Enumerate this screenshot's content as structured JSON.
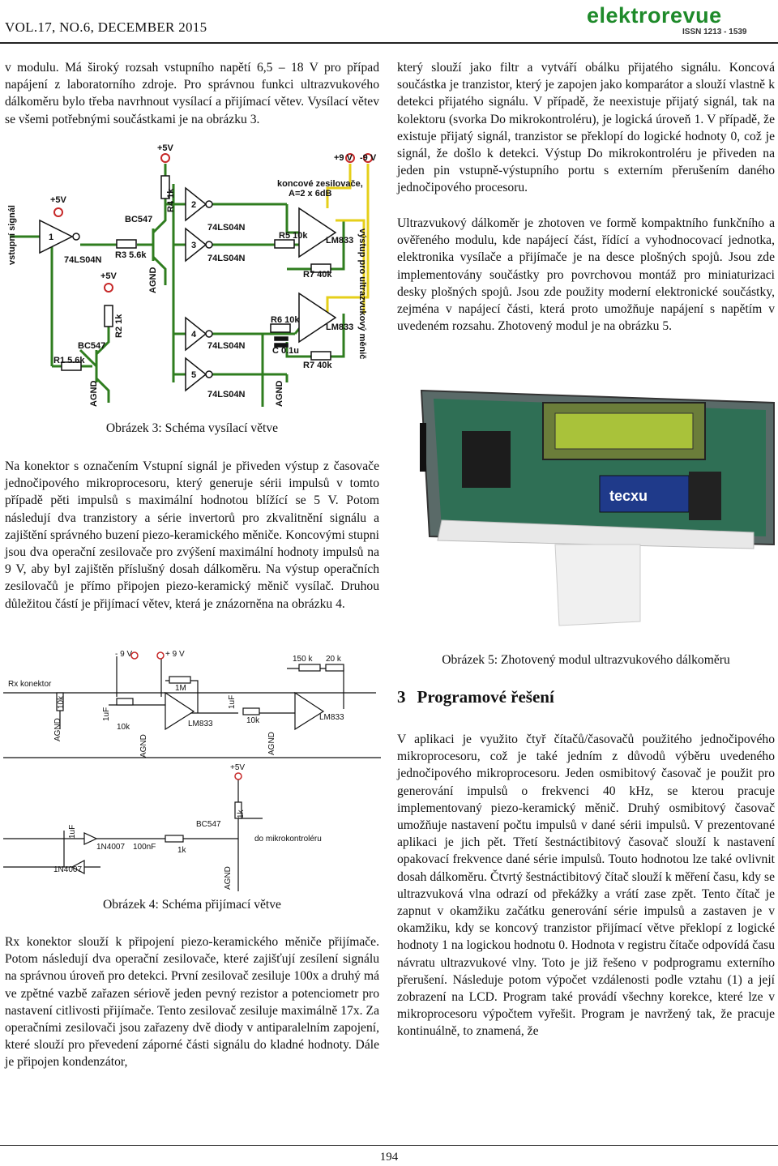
{
  "header": {
    "journal": "VOL.17, NO.6, DECEMBER 2015",
    "logo_text": "elektrorevue",
    "issn": "ISSN 1213 - 1539"
  },
  "left": {
    "p1": "v modulu. Má široký rozsah vstupního napětí 6,5 – 18 V pro případ napájení z laboratorního zdroje. Pro správnou funkci ultrazvukového dálkoměru bylo třeba navrhnout vysílací a přijímací větev. Vysílací větev se všemi potřebnými součástkami je na obrázku 3.",
    "caption3": "Obrázek 3: Schéma vysílací větve",
    "p2": "Na konektor s označením Vstupní signál je přiveden výstup z časovače jednočipového mikroprocesoru, který generuje sérii impulsů v tomto případě pěti impulsů s maximální hodnotou blížící se 5 V. Potom následují dva tranzistory a série invertorů pro zkvalitnění signálu a zajištění správného buzení piezo-keramického měniče. Koncovými stupni jsou dva operační zesilovače pro zvýšení maximální hodnoty impulsů na 9 V, aby byl zajištěn příslušný dosah dálkoměru. Na výstup operačních zesilovačů je přímo připojen piezo-keramický měnič vysílač. Druhou důležitou částí je přijímací větev, která je znázorněna na obrázku 4.",
    "caption4": "Obrázek 4: Schéma přijímací větve",
    "p3": "Rx konektor slouží k připojení piezo-keramického měniče přijímače. Potom následují dva operační zesilovače, které zajišťují zesílení signálu na správnou úroveň pro detekci. První zesilovač zesiluje 100x a druhý má ve zpětné vazbě zařazen sériově jeden pevný rezistor a potenciometr pro nastavení citlivosti přijímače. Tento zesilovač zesiluje maximálně 17x. Za operačními zesilovači jsou zařazeny dvě diody v antiparalelním zapojení, které slouží pro převedení záporné části signálu do kladné hodnoty. Dále je připojen kondenzátor,"
  },
  "right": {
    "p1": "který slouží jako filtr a vytváří obálku přijatého signálu. Koncová součástka je tranzistor, který je zapojen jako komparátor a slouží vlastně k detekci přijatého signálu. V případě, že neexistuje přijatý signál, tak na kolektoru (svorka Do mikrokontroléru), je logická úroveň 1. V případě, že existuje přijatý signál, tranzistor se překlopí do logické hodnoty 0, což je signál, že došlo k detekci. Výstup Do mikrokontroléru je přiveden na jeden pin vstupně-výstupního portu s externím přerušením daného jednočipového procesoru.",
    "p2": "Ultrazvukový dálkoměr je zhotoven ve formě kompaktního funkčního a ověřeného modulu, kde napájecí část, řídící a vyhodnocovací jednotka, elektronika vysílače a přijímače je na desce plošných spojů. Jsou zde implementovány součástky pro povrchovou montáž pro miniaturizaci desky plošných spojů. Jsou zde použity moderní elektronické součástky, zejména v napájecí části, která proto umožňuje napájení s napětím v uvedeném rozsahu. Zhotovený modul je na obrázku 5.",
    "caption5": "Obrázek 5: Zhotovený modul ultrazvukového dálkoměru",
    "section_num": "3",
    "section_title": "Programové řešení",
    "p3": "V aplikaci je využito čtyř čítačů/časovačů použitého jednočipového mikroprocesoru, což je také jedním z důvodů výběru uvedeného jednočipového mikroprocesoru. Jeden osmibitový časovač je použit pro generování impulsů o frekvenci 40 kHz, se kterou pracuje implementovaný piezo-keramický měnič. Druhý osmibitový časovač umožňuje nastavení počtu impulsů v dané sérii impulsů. V prezentované aplikaci je jich pět. Třetí šestnáctibitový časovač slouží k nastavení opakovací frekvence dané série impulsů. Touto hodnotou lze také ovlivnit dosah dálkoměru. Čtvrtý šestnáctibitový čítač slouží k měření času, kdy se ultrazvuková vlna odrazí od překážky a vrátí zase zpět. Tento čítač je zapnut v okamžiku začátku generování série impulsů a zastaven je v okamžiku, kdy se koncový tranzistor přijímací větve překlopí z logické hodnoty 1 na logickou hodnotu 0. Hodnota v registru čítače odpovídá času návratu ultrazvukové vlny. Toto je již řešeno v podprogramu externího přerušení. Následuje potom výpočet vzdálenosti podle vztahu (1) a její zobrazení na LCD. Program také provádí všechny korekce, které lze v mikroprocesoru výpočtem vyřešit. Program je navržený tak, že pracuje kontinuálně, to znamená, že"
  },
  "schematic3": {
    "input_label": "vstupní signál",
    "output_label": "výstup pro ultrazvukový měnič",
    "plus5v": "+5V",
    "plus9v": "+9 V",
    "minus9v": "-9 V",
    "agnd": "AGND",
    "gate": "74LS04N",
    "gate_numbers": [
      "1",
      "2",
      "3",
      "4",
      "5"
    ],
    "transistor": "BC547",
    "r1": "R1 5.6k",
    "r2": "R2 1k",
    "r3": "R3 5.6k",
    "r4": "R4 1k",
    "r5": "R5 10k",
    "r6": "R6 10k",
    "r7a": "R7 40k",
    "r7b": "R7 40k",
    "cap": "C 0.1u",
    "opamp": "LM833",
    "note_title": "koncové zesilovače,",
    "note_gain": "A=2 x 6dB",
    "colors": {
      "yellow_wire": "#e6cf1a",
      "green_wire": "#2f7d1f",
      "red_pin": "#c62828"
    }
  },
  "schematic4": {
    "rx": "Rx konektor",
    "minus9": "- 9 V",
    "plus9": "+ 9 V",
    "plus5": "+5V",
    "r10k_a": "10k",
    "r10k_b": "10k",
    "r10k_c": "10k",
    "c1uf_a": "1uF",
    "c1uf_b": "1uF",
    "c1uf_c": "1uF",
    "r1m": "1M",
    "r150k": "150 k",
    "pot20k": "20 k",
    "op1": "LM833",
    "op2": "LM833",
    "agnd": "AGND",
    "bc547": "BC547",
    "r1k_a": "1k",
    "r1k_b": "1k",
    "c100nf": "100nF",
    "d1": "1N4007",
    "d2": "1N4007",
    "out": "do mikrokontroléru"
  },
  "photo": {
    "battery_label": "tecxu"
  },
  "footer": {
    "page": "194"
  }
}
